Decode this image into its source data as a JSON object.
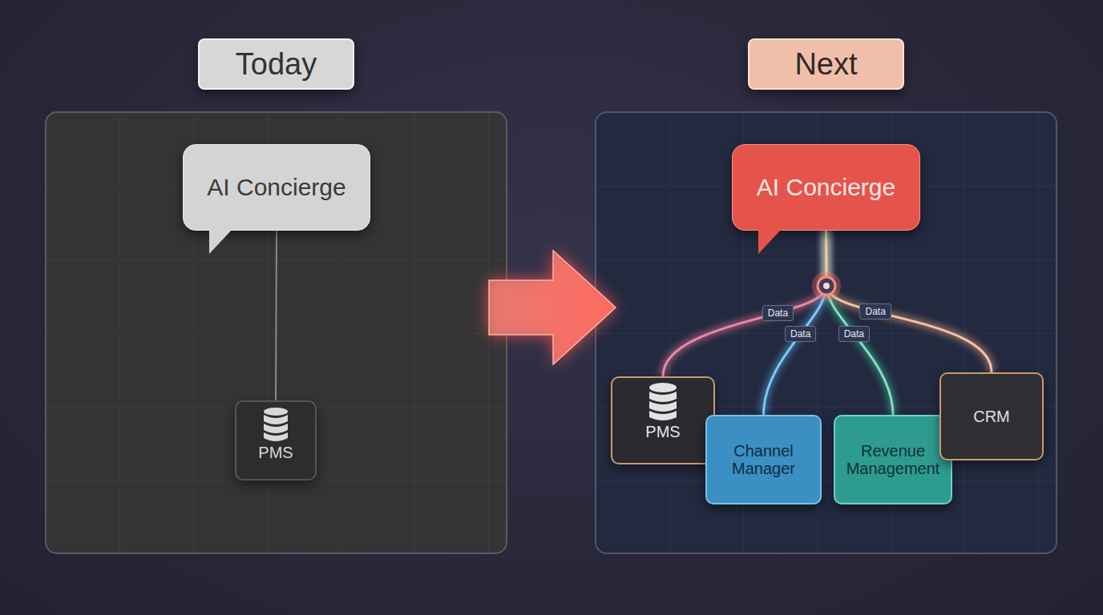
{
  "diagram": {
    "nodes": [
      {
        "text": [
          "Today"
        ]
      },
      {
        "text": [
          "Next"
        ]
      },
      {
        "text": [
          "AI Concierge"
        ]
      },
      {
        "text": [
          "PMS"
        ]
      },
      {
        "text": [
          "AI Concierge"
        ]
      },
      {
        "text": [
          "PMS"
        ]
      },
      {
        "text": [
          "Channel Manager"
        ]
      },
      {
        "text": [
          "Revenue Management"
        ]
      },
      {
        "text": [
          "CRM"
        ]
      }
    ],
    "edges": [
      {
        "from": 2,
        "to": 3,
        "arrow": "none"
      },
      {
        "from": 4,
        "to": 5,
        "arrow": "none",
        "label": "Data"
      },
      {
        "from": 4,
        "to": 6,
        "arrow": "none",
        "label": "Data"
      },
      {
        "from": 4,
        "to": 7,
        "arrow": "none",
        "label": "Data"
      },
      {
        "from": 4,
        "to": 8,
        "arrow": "none",
        "label": "Data"
      }
    ]
  }
}
